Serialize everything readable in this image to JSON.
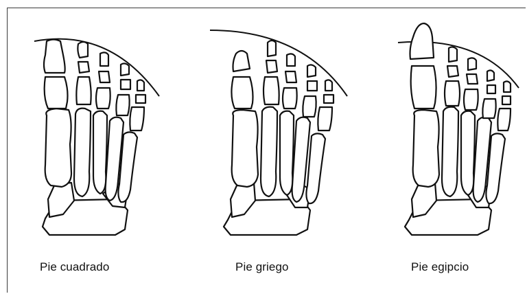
{
  "figures": [
    {
      "caption": "Pie cuadrado"
    },
    {
      "caption": "Pie griego"
    },
    {
      "caption": "Pie egipcio"
    }
  ]
}
